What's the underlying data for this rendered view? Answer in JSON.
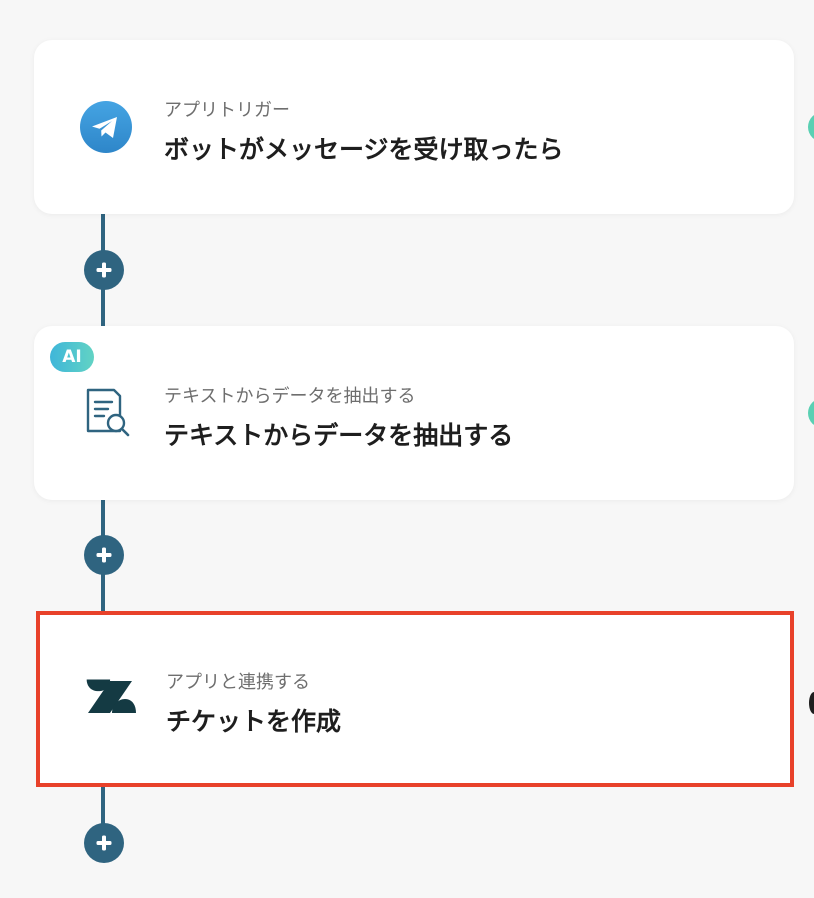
{
  "colors": {
    "connector": "#2f6480",
    "selected_border": "#e8412a",
    "telegram_blue": "#3a9ad9",
    "ai_gradient_start": "#3fb6d9",
    "ai_gradient_end": "#62d3c4"
  },
  "steps": [
    {
      "icon": "telegram-icon",
      "subtitle": "アプリトリガー",
      "title": "ボットがメッセージを受け取ったら"
    },
    {
      "icon": "document-search-icon",
      "badge": "AI",
      "subtitle": "テキストからデータを抽出する",
      "title": "テキストからデータを抽出する"
    },
    {
      "icon": "zendesk-icon",
      "subtitle": "アプリと連携する",
      "title": "チケットを作成",
      "selected": true
    }
  ],
  "add_buttons": [
    {
      "icon": "plus-icon"
    },
    {
      "icon": "plus-icon"
    },
    {
      "icon": "plus-icon"
    }
  ]
}
